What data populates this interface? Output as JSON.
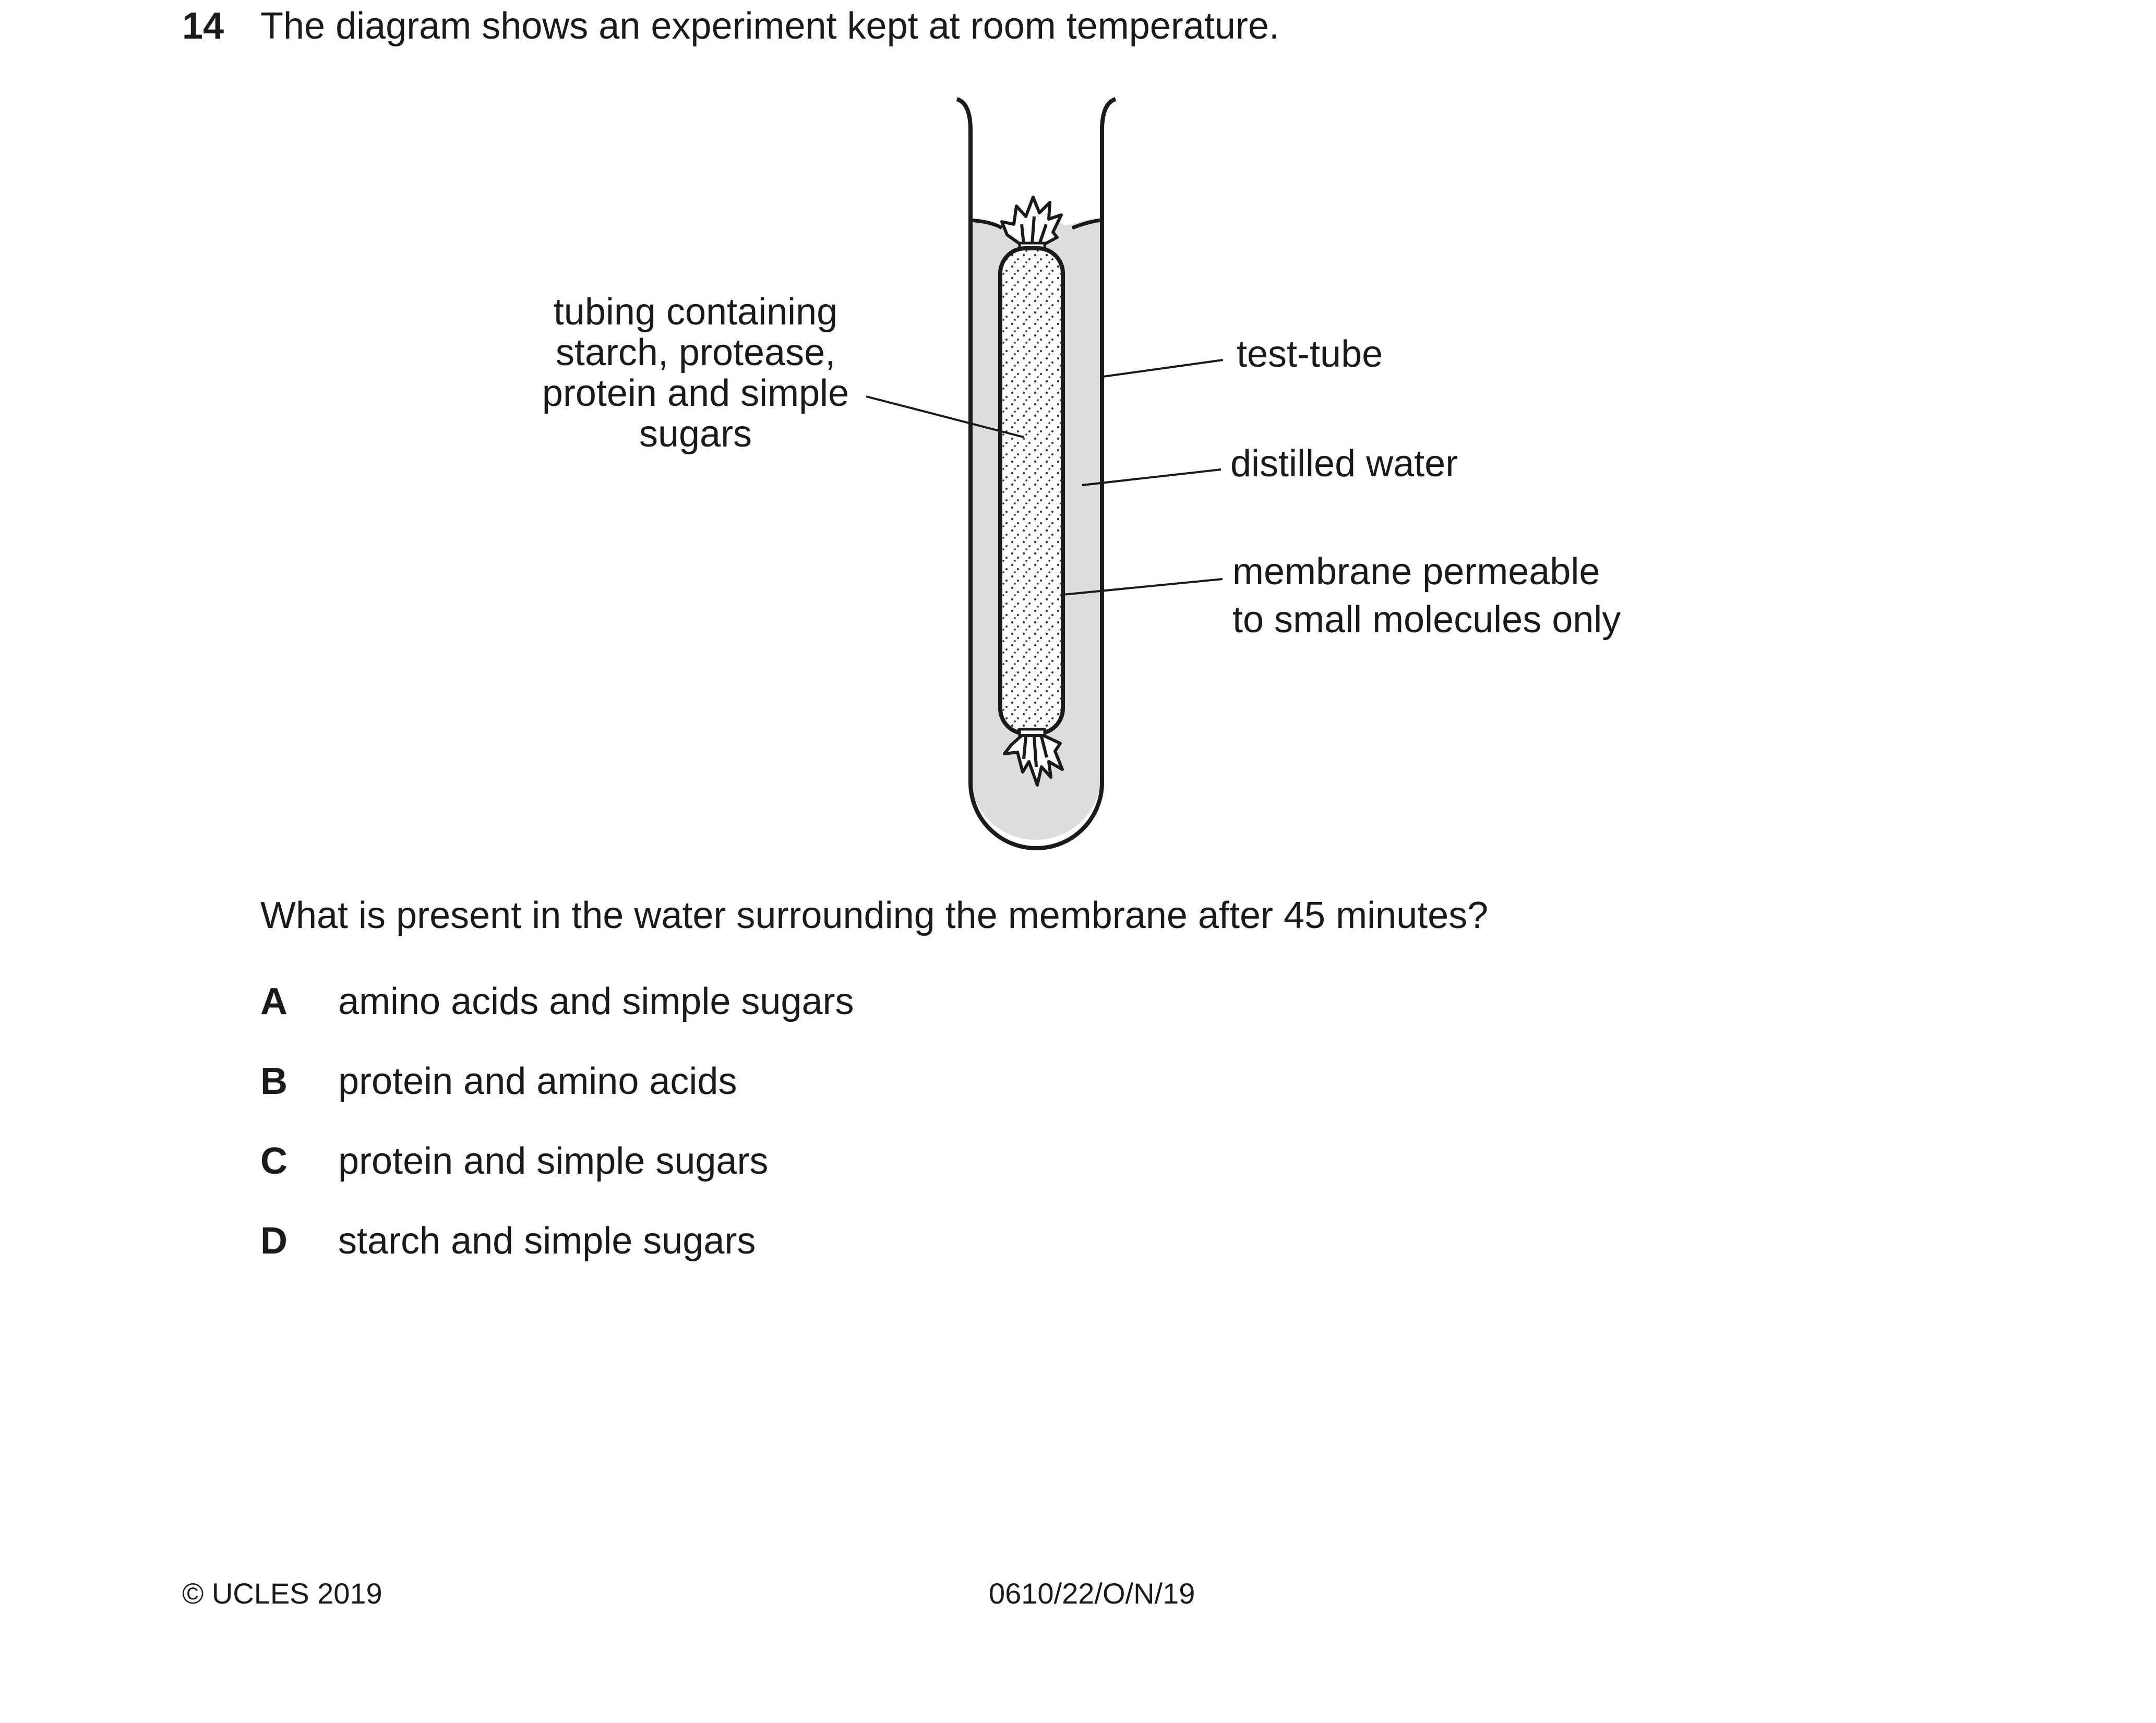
{
  "question": {
    "number": "14",
    "stem": "The diagram shows an experiment kept at room temperature.",
    "prompt": "What is present in the water surrounding the membrane after 45 minutes?"
  },
  "diagram": {
    "labels": {
      "tubing_line1": "tubing containing",
      "tubing_line2": "starch, protease,",
      "tubing_line3": "protein and simple",
      "tubing_line4": "sugars",
      "test_tube": "test-tube",
      "distilled_water": "distilled water",
      "membrane_line1": "membrane permeable",
      "membrane_line2": "to small molecules only"
    },
    "colors": {
      "water": "#dddddd",
      "outline": "#1a1a1a"
    }
  },
  "options": [
    {
      "letter": "A",
      "text": "amino acids and simple sugars"
    },
    {
      "letter": "B",
      "text": "protein and amino acids"
    },
    {
      "letter": "C",
      "text": "protein and simple sugars"
    },
    {
      "letter": "D",
      "text": "starch and simple sugars"
    }
  ],
  "footer": {
    "copyright": "© UCLES 2019",
    "code": "0610/22/O/N/19"
  }
}
